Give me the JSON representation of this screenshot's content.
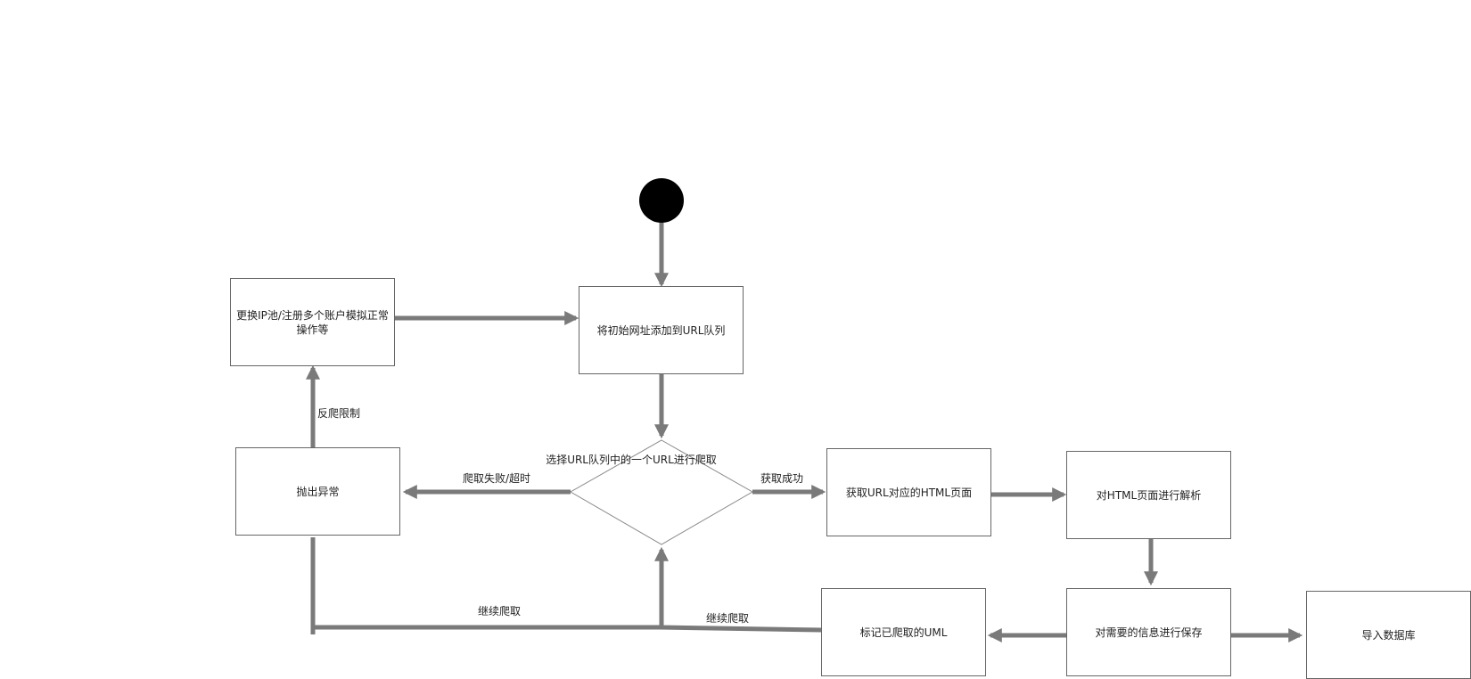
{
  "diagram": {
    "nodes": {
      "start": {
        "kind": "initial-node"
      },
      "change_ip": {
        "text": "更换IP池/注册多个账户模拟正常操作等"
      },
      "add_url": {
        "text": "将初始网址添加到URL队列"
      },
      "select_url": {
        "text": "选择URL队列中的一个URL进行爬取"
      },
      "throw_exception": {
        "text": "抛出异常"
      },
      "get_html": {
        "text": "获取URL对应的HTML页面"
      },
      "parse_html": {
        "text": "对HTML页面进行解析"
      },
      "save_info": {
        "text": "对需要的信息进行保存"
      },
      "mark_crawled": {
        "text": "标记已爬取的UML"
      },
      "import_db": {
        "text": "导入数据库"
      }
    },
    "edge_labels": {
      "anti_crawl": "反爬限制",
      "fail_timeout": "爬取失败/超时",
      "get_success": "获取成功",
      "continue_left": "继续爬取",
      "continue_right": "继续爬取"
    },
    "colors": {
      "arrow": "#7a7a7a",
      "border": "#666666",
      "start_fill": "#000000"
    }
  }
}
